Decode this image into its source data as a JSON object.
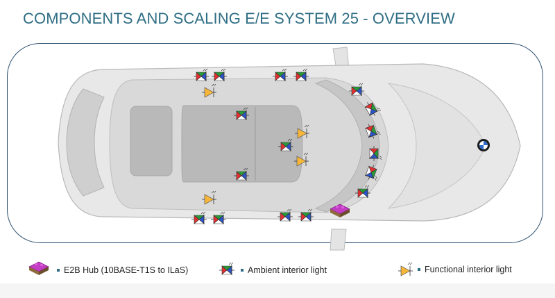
{
  "header": {
    "title": "COMPONENTS AND SCALING E/E SYSTEM 25 - OVERVIEW"
  },
  "icons": {
    "hub": "e2b-hub-icon",
    "ambient": "ambient-light-icon",
    "functional": "functional-light-icon"
  },
  "colors": {
    "title": "#2f6e84",
    "frame": "#2c4f70",
    "hub": "#c23cc4",
    "functional": "#f5b63a",
    "ambient_red": "#e23030",
    "ambient_green": "#2a9a3a",
    "ambient_blue": "#2d53c8"
  },
  "legend": {
    "hub_label": "E2B Hub (10BASE-T1S to ILaS)",
    "ambient_label": "Ambient interior light",
    "functional_label": "Functional interior light"
  }
}
